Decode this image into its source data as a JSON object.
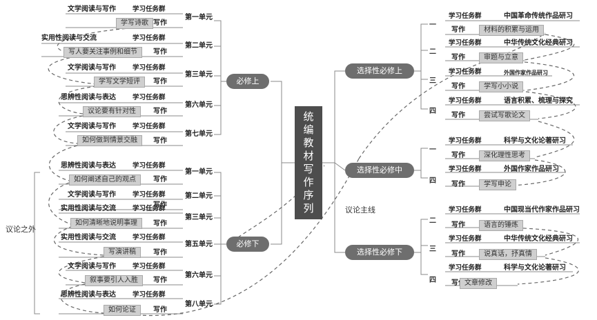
{
  "center": {
    "chars": [
      "统",
      "编",
      "教",
      "材",
      "写",
      "作",
      "序",
      "列"
    ]
  },
  "branches": {
    "bixiu_shang": "必修上",
    "bixiu_xia": "必修下",
    "xz_shang": "选择性必修上",
    "xz_zhong": "选择性必修中",
    "xz_xia": "选择性必修下"
  },
  "labels": {
    "outside": "议论之外",
    "mainline": "议论主线"
  },
  "common": {
    "task_group": "学习任务群",
    "writing": "写作"
  },
  "left_top": [
    {
      "unit": "第一单元",
      "group": "文学阅读与写作",
      "topic": "学写诗歌"
    },
    {
      "unit": "第二单元",
      "group": "实用性阅读与交流",
      "topic": "写人要关注事例和细节"
    },
    {
      "unit": "第三单元",
      "group": "文学阅读与写作",
      "topic": "学写文学短评"
    },
    {
      "unit": "第六单元",
      "group": "思辨性阅读与表达",
      "topic": "议论要有针对性"
    },
    {
      "unit": "第七单元",
      "group": "文学阅读与写作",
      "topic": "如何做到情景交融"
    }
  ],
  "left_bottom": [
    {
      "unit": "第一单元",
      "group": "思辨性阅读与表达",
      "topic": "如何阐述自己的观点"
    },
    {
      "unit": "第二单元",
      "group": "文学阅读与写作",
      "topic": ""
    },
    {
      "unit": "第三单元",
      "group": "实用性阅读与交流",
      "topic": "如何清晰地说明事理"
    },
    {
      "unit": "第五单元",
      "group": "实用性阅读与交流",
      "topic": "写演讲稿"
    },
    {
      "unit": "第六单元",
      "group": "文学阅读与写作",
      "topic": "叙事要引人入胜"
    },
    {
      "unit": "第八单元",
      "group": "思辨性阅读与表达",
      "topic": "如何论证"
    }
  ],
  "right_top": [
    {
      "num": "一",
      "group": "中国革命传统作品研习",
      "topic": "材料的积累与运用"
    },
    {
      "num": "二",
      "group": "中华传统文化经典研习",
      "topic": "审题与立意"
    },
    {
      "num": "三",
      "group": "外国作家作品研习",
      "topic": "学写小小说"
    },
    {
      "num": "四",
      "group": "语言积累、梳理与探究",
      "topic": "尝试写歌论文"
    }
  ],
  "right_mid": [
    {
      "num": "一",
      "group": "科学与文化论著研习",
      "topic": "深化理性思考"
    },
    {
      "num": "四",
      "group": "外国作家作品研习",
      "topic": "学写申论"
    }
  ],
  "right_bottom": [
    {
      "num": "二",
      "group": "中国现当代作家作品研习",
      "topic": "语言的锤炼"
    },
    {
      "num": "三",
      "group": "中华传统文化经典研习",
      "topic": "说真话，抒真情"
    },
    {
      "num": "四",
      "group": "科学与文化论著研习",
      "topic": "文章修改"
    }
  ]
}
